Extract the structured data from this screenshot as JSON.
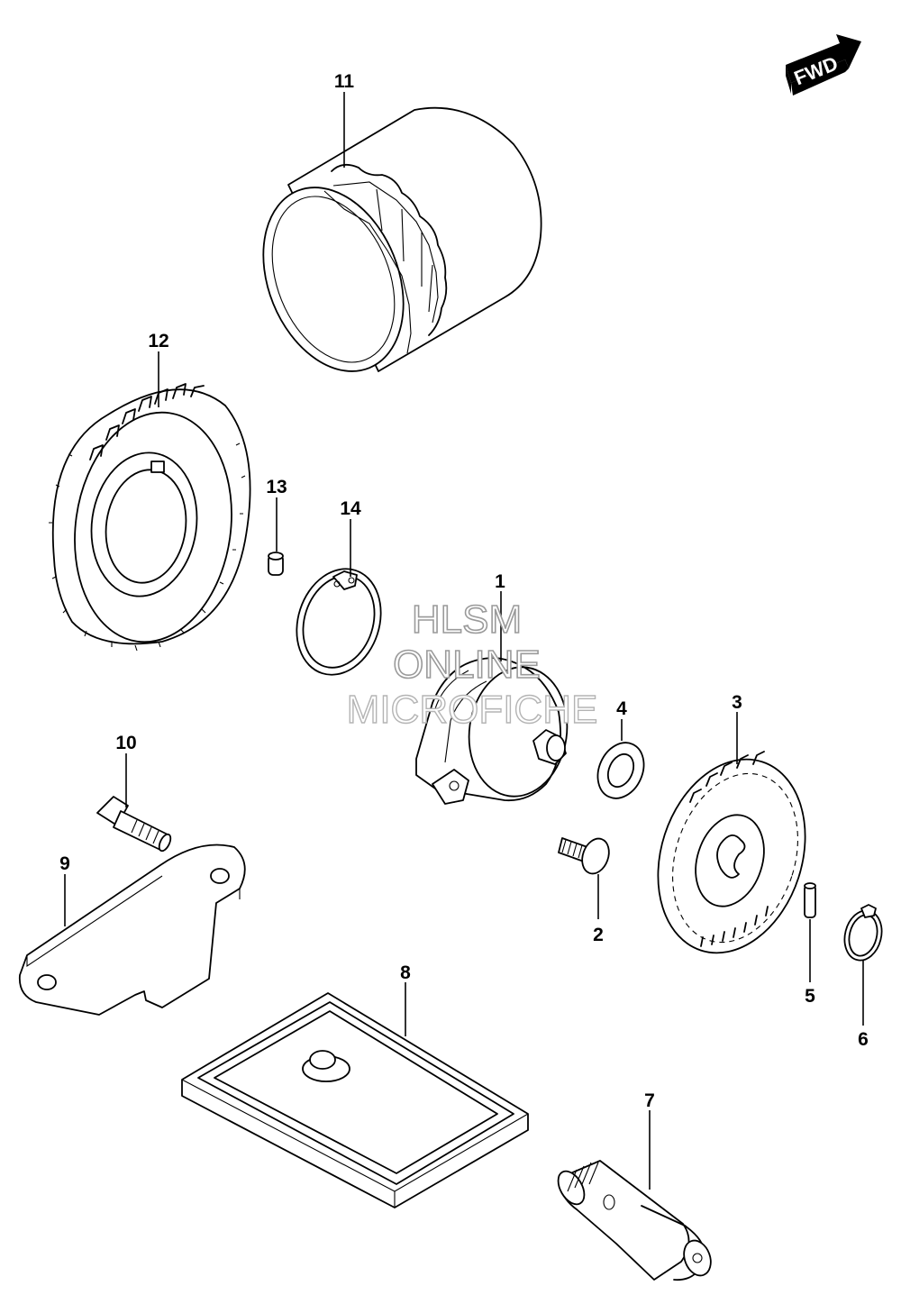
{
  "fwd_badge": {
    "label": "FWD"
  },
  "watermark": {
    "line1": "HLSM",
    "line2": "ONLINE",
    "line3": "MICROFICHE"
  },
  "callouts": [
    {
      "id": "1",
      "label": "1"
    },
    {
      "id": "2",
      "label": "2"
    },
    {
      "id": "3",
      "label": "3"
    },
    {
      "id": "4",
      "label": "4"
    },
    {
      "id": "5",
      "label": "5"
    },
    {
      "id": "6",
      "label": "6"
    },
    {
      "id": "7",
      "label": "7"
    },
    {
      "id": "8",
      "label": "8"
    },
    {
      "id": "9",
      "label": "9"
    },
    {
      "id": "10",
      "label": "10"
    },
    {
      "id": "11",
      "label": "11"
    },
    {
      "id": "12",
      "label": "12"
    },
    {
      "id": "13",
      "label": "13"
    },
    {
      "id": "14",
      "label": "14"
    }
  ]
}
